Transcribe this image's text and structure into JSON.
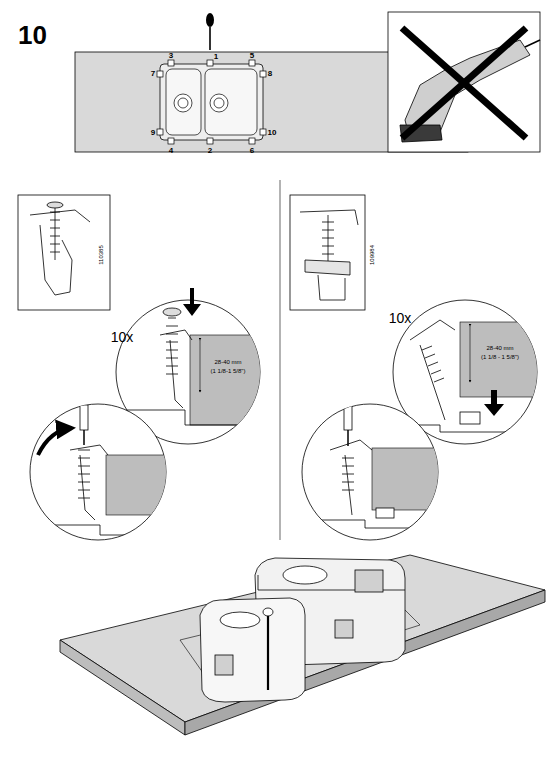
{
  "diagram": {
    "labels": [
      "10",
      "3",
      "1",
      "5",
      "7",
      "8",
      "9",
      "10",
      "4",
      "2",
      "6",
      "110385",
      "10x",
      "28-40 mm",
      "(1 1/8-1 5/8\")",
      "109984",
      "10x",
      "28-40 mm",
      "(1 1/8 - 1 5/8\")"
    ]
  }
}
